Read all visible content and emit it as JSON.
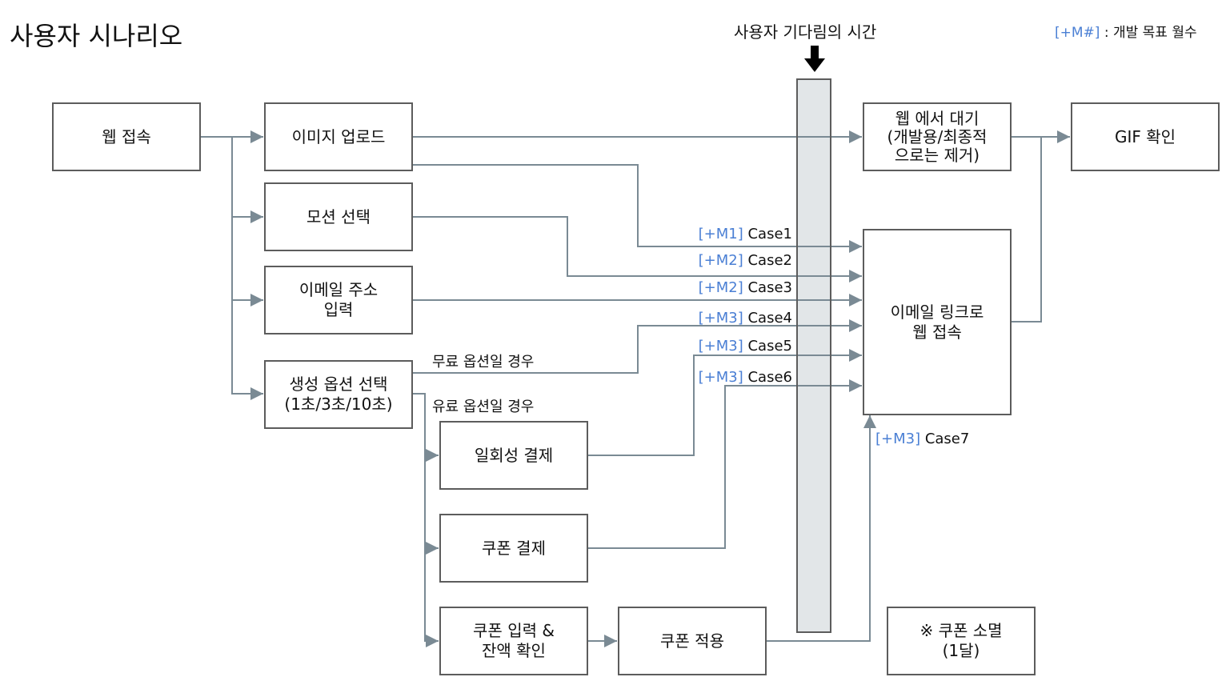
{
  "title": "사용자 시나리오",
  "legend": {
    "tag": "[+M#]",
    "text": " : 개발 목표 월수"
  },
  "wait_label": "사용자 기다림의 시간",
  "boxes": {
    "web_access": "웹 접속",
    "image_upload": "이미지 업로드",
    "motion_select": "모션 선택",
    "email_input": "이메일 주소\n입력",
    "gen_option": "생성 옵션 선택\n(1초/3초/10초)",
    "one_time_pay": "일회성 결제",
    "coupon_pay": "쿠폰 결제",
    "coupon_input": "쿠폰 입력 &\n잔액 확인",
    "coupon_apply": "쿠폰 적용",
    "coupon_expire": "※ 쿠폰 소멸\n(1달)",
    "web_wait": "웹 에서 대기\n(개발용/최종적\n으로는 제거)",
    "gif_check": "GIF 확인",
    "email_link": "이메일 링크로\n웹 접속"
  },
  "labels": {
    "free": "무료 옵션일 경우",
    "paid": "유료 옵션일 경우"
  },
  "cases": [
    {
      "tag": "[+M1]",
      "name": " Case1"
    },
    {
      "tag": "[+M2]",
      "name": " Case2"
    },
    {
      "tag": "[+M2]",
      "name": " Case3"
    },
    {
      "tag": "[+M3]",
      "name": " Case4"
    },
    {
      "tag": "[+M3]",
      "name": " Case5"
    },
    {
      "tag": "[+M3]",
      "name": " Case6"
    },
    {
      "tag": "[+M3]",
      "name": " Case7"
    }
  ],
  "colors": {
    "line": "#7a8a94",
    "accent": "#4a7fd4",
    "bar": "#e2e6e8"
  }
}
